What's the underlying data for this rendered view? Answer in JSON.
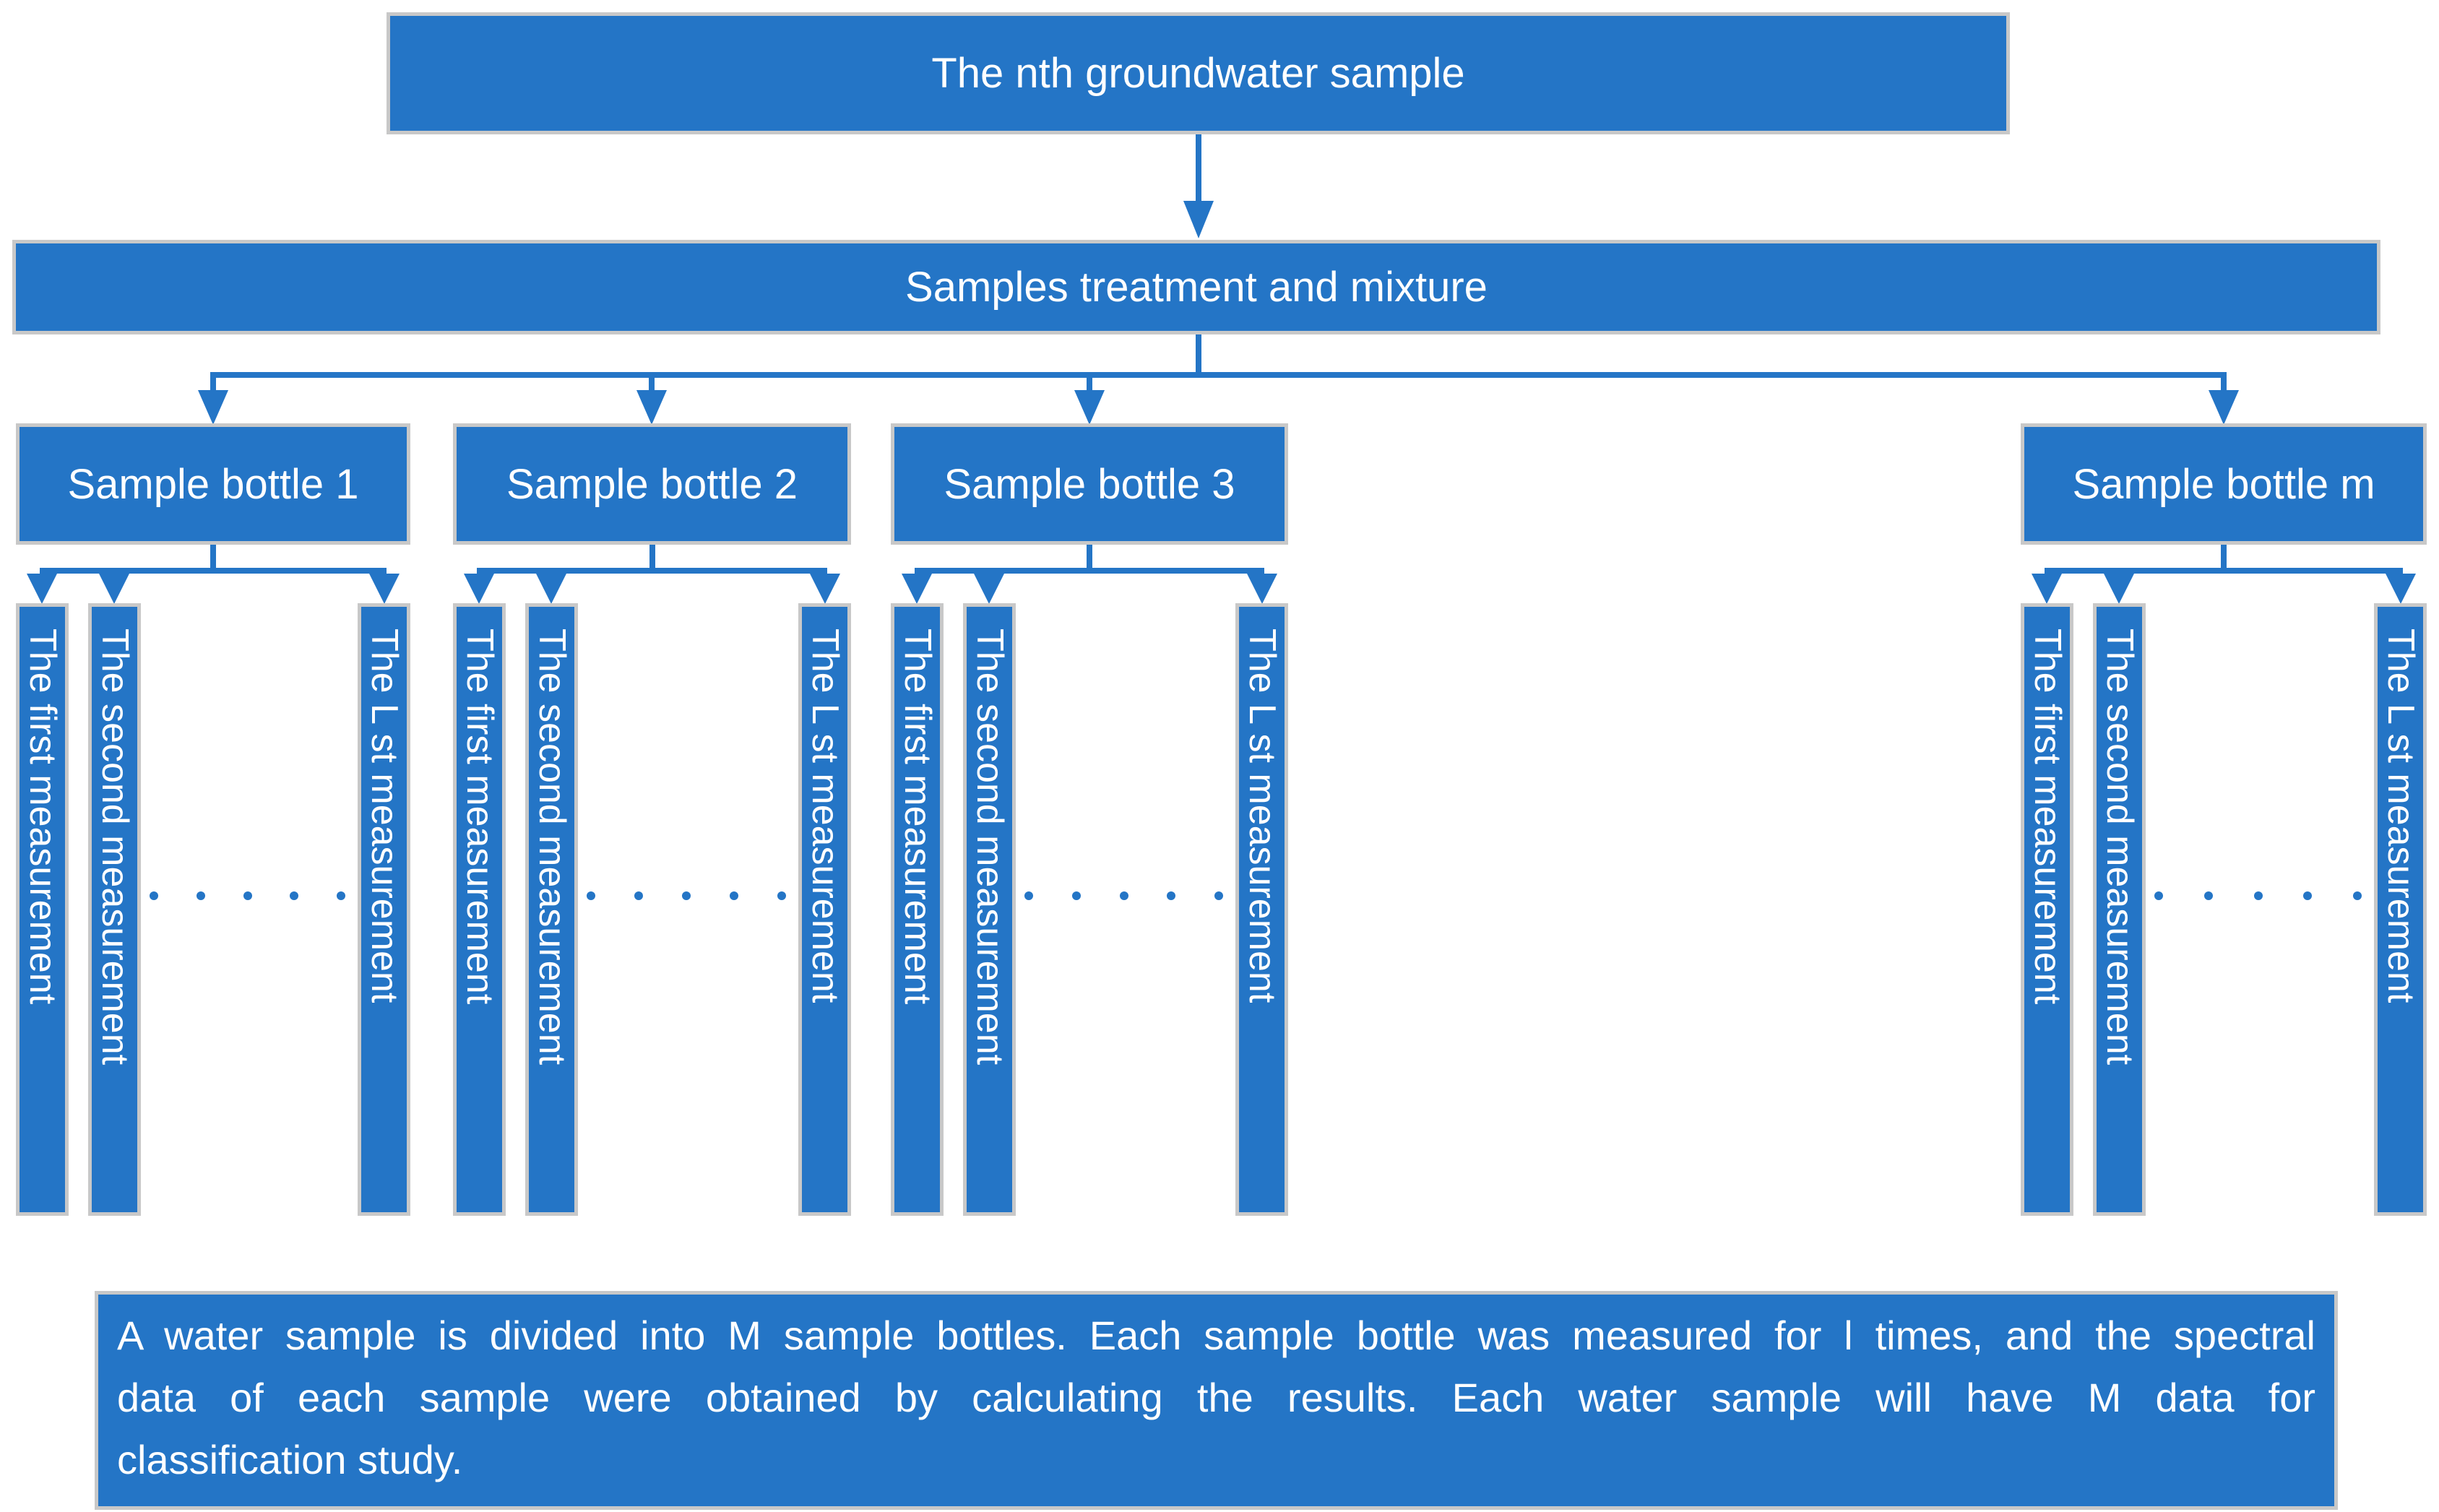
{
  "diagram": {
    "top_box": {
      "label": "The nth groundwater sample"
    },
    "treatment_box": {
      "label": "Samples treatment and mixture"
    },
    "bottles": [
      {
        "label": "Sample bottle 1",
        "measurements": [
          "The first measurement",
          "The second measurement",
          "The L st measurement"
        ]
      },
      {
        "label": "Sample bottle 2",
        "measurements": [
          "The first measurement",
          "The second measurement",
          "The L st measurement"
        ]
      },
      {
        "label": "Sample bottle 3",
        "measurements": [
          "The first measurement",
          "The second measurement",
          "The L st measurement"
        ]
      },
      {
        "label": "Sample bottle m",
        "measurements": [
          "The first measurement",
          "The second measurement",
          "The L st measurement"
        ]
      }
    ],
    "note": {
      "lines": [
        "A water sample is divided into M sample bottles. Each sample bottle was measured for l times, and the spectral",
        "data of each sample were obtained by calculating the results. Each water sample will have M data for",
        "classification study."
      ]
    },
    "colors": {
      "primary_blue": "#2475C6",
      "border_gray": "#C8C8C8",
      "text_white": "#FFFFFF"
    }
  }
}
